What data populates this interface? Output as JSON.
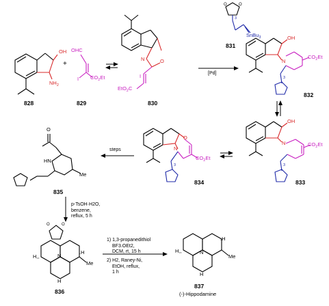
{
  "compounds": [
    {
      "id": "c828",
      "label": "828"
    },
    {
      "id": "c829",
      "label": "829"
    },
    {
      "id": "c830",
      "label": "830"
    },
    {
      "id": "c831",
      "label": "831"
    },
    {
      "id": "c832",
      "label": "832"
    },
    {
      "id": "c833",
      "label": "833"
    },
    {
      "id": "c834",
      "label": "834"
    },
    {
      "id": "c835",
      "label": "835"
    },
    {
      "id": "c836",
      "label": "836"
    },
    {
      "id": "c837",
      "label": "837"
    }
  ],
  "atoms": {
    "oh": "OH",
    "nh2": "NH",
    "nh2_sub": "2",
    "ohc": "OHC",
    "i": "I",
    "co2et": "CO",
    "co2et_sub": "2",
    "co2et_tail": "Et",
    "etoc": "EtO",
    "etoc_sub": "2",
    "etoc_tail": "C",
    "o": "O",
    "n": "N",
    "snbu": "SnBu",
    "snbu_sub": "3",
    "three": "3",
    "h": "H",
    "hn": "HN",
    "me": "Me",
    "h_dot": ".H",
    "h_left": "H,,"
  },
  "reagents": {
    "plus": "+",
    "pd": "[Pd]",
    "steps": "steps",
    "tsoh_line1": "p-TsOH·H2O,",
    "tsoh_line2": "benzene,",
    "tsoh_line3": "reflux, 5 h",
    "step1_line1": "1) 1,3-propanedithiol",
    "step1_line2": "BF3.OEt2,",
    "step1_line3": "DCM, rt, 15 h",
    "step2_line1": "2) H2, Raney-Ni,",
    "step2_line2": "EtOH, reflux,",
    "step2_line3": "1 h"
  },
  "product_name": "(-)-Hippodamine",
  "colors": {
    "red": "#d8282a",
    "magenta": "#c81fc0",
    "blue": "#1f2aa8",
    "black": "#000000"
  }
}
